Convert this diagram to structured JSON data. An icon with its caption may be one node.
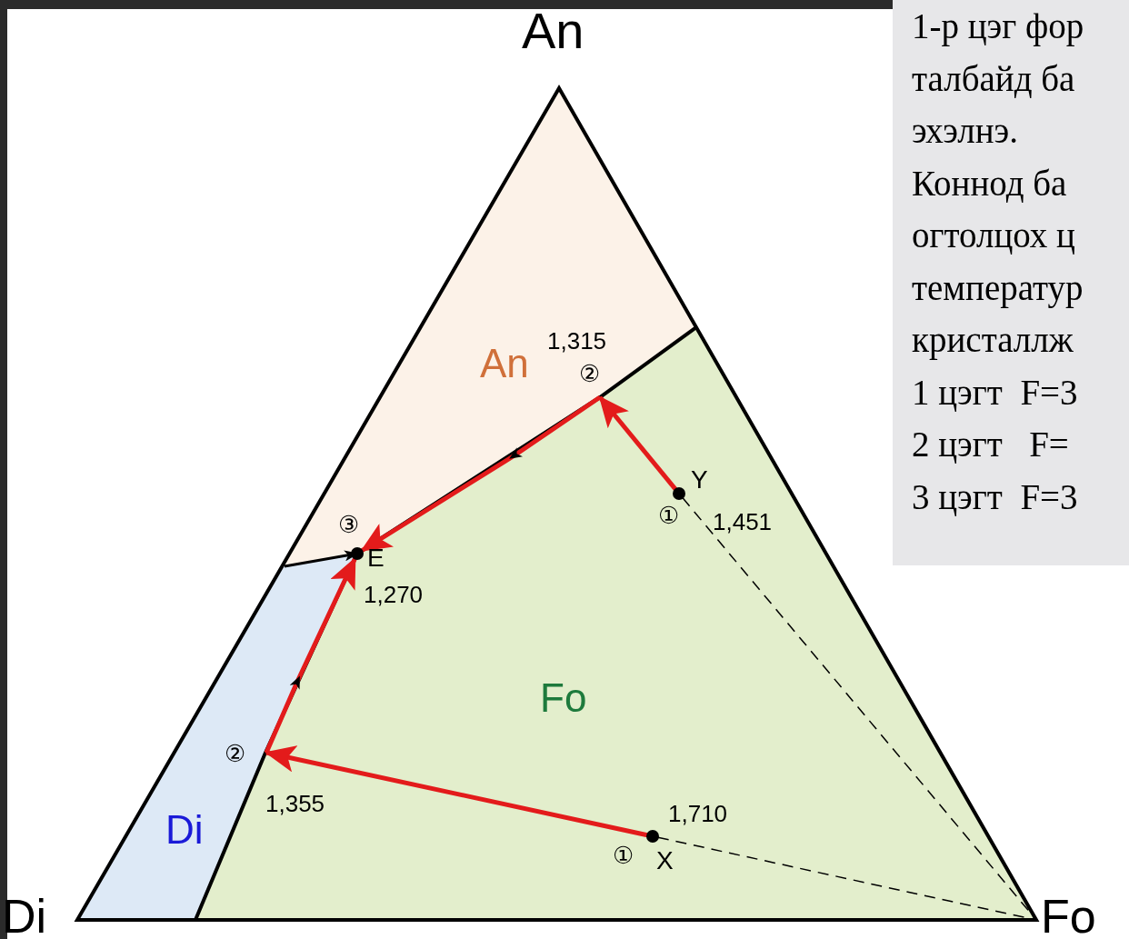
{
  "diagram": {
    "nodes": [
      {
        "text": [
          "An"
        ]
      },
      {
        "text": [
          "Di"
        ]
      },
      {
        "text": [
          "Fo"
        ]
      },
      {
        "text": [
          "X"
        ],
        "beside": [
          "①",
          "1,710"
        ]
      },
      {
        "text": [
          "②"
        ],
        "beside": [
          "1,355"
        ]
      },
      {
        "text": [
          "E"
        ],
        "beside": [
          "③",
          "1,270"
        ]
      },
      {
        "text": [
          "Y"
        ],
        "beside": [
          "①",
          "1,451"
        ]
      },
      {
        "text": [
          "②"
        ],
        "beside": [
          "1,315"
        ]
      }
    ],
    "edges": [
      {
        "from": 3,
        "to": 4,
        "arrow": "to"
      },
      {
        "from": 4,
        "to": 5,
        "arrow": "to"
      },
      {
        "from": 6,
        "to": 7,
        "arrow": "to"
      },
      {
        "from": 7,
        "to": 5,
        "arrow": "to"
      },
      {
        "from": null,
        "to": 5,
        "arrow": "to",
        "color": "#000000"
      },
      {
        "from": 3,
        "to": 2,
        "arrow": "none",
        "style": "dashed",
        "color": "#000000"
      },
      {
        "from": 6,
        "to": 2,
        "arrow": "none",
        "style": "dashed",
        "color": "#000000"
      }
    ],
    "labels": [
      "1-р цэг фор",
      "талбайд ба",
      "эхэлнэ.",
      "Коннод ба",
      "огтолцох ц",
      "температур",
      "кристаллж",
      "1 цэгт  F=3",
      "2 цэгт   F=",
      "3 цэгт  F=3",
      "An",
      "Fo",
      "Di"
    ]
  }
}
